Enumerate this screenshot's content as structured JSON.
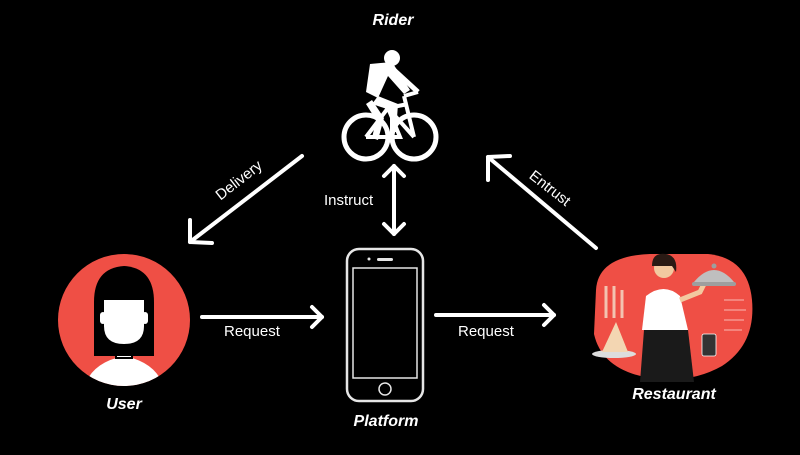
{
  "nodes": {
    "rider": "Rider",
    "user": "User",
    "platform": "Platform",
    "restaurant": "Restaurant"
  },
  "edges": {
    "delivery": "Delivery",
    "instruct": "Instruct",
    "entrust": "Entrust",
    "request_user": "Request",
    "request_restaurant": "Request"
  },
  "colors": {
    "background": "#000000",
    "accent_red": "#ef4f45",
    "foreground": "#ffffff"
  },
  "icons": [
    "cyclist-icon",
    "user-avatar-icon",
    "smartphone-icon",
    "waitress-icon"
  ]
}
